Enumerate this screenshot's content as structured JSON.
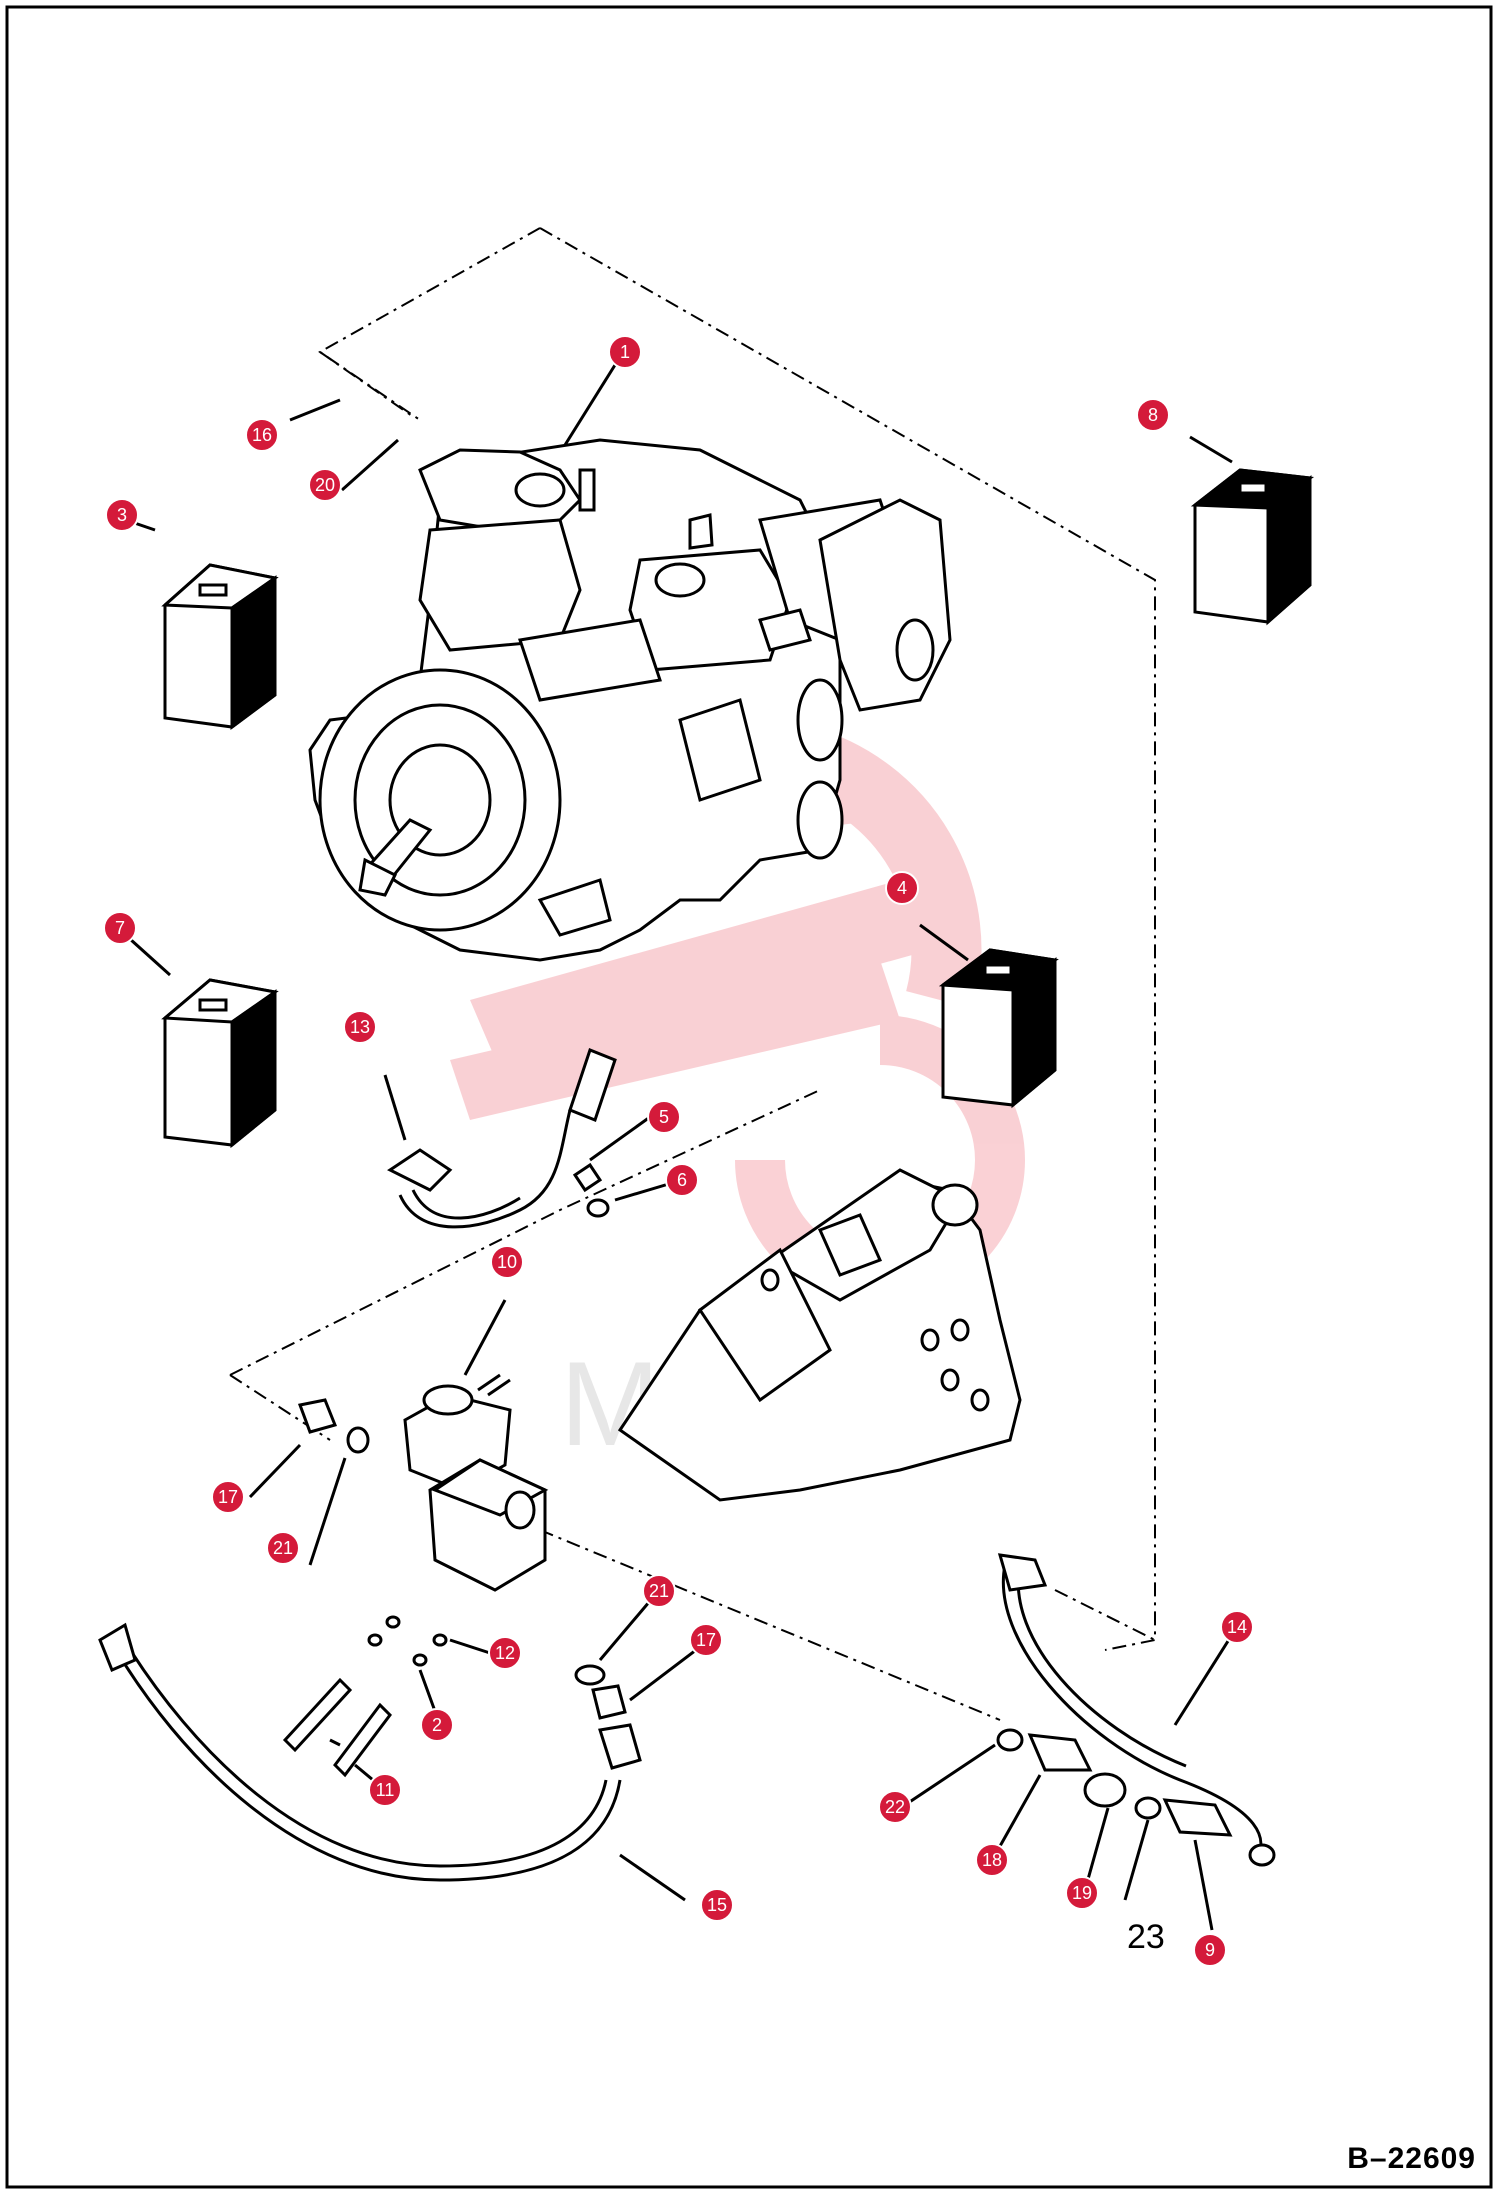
{
  "drawing": {
    "number": "B–22609",
    "watermark": "МИТЕХ"
  },
  "colors": {
    "callout": "#d41a3a",
    "line": "#000000",
    "watermark": "#f07c86"
  },
  "callouts": [
    {
      "id": "1",
      "label": "1"
    },
    {
      "id": "2",
      "label": "2"
    },
    {
      "id": "3",
      "label": "3"
    },
    {
      "id": "4",
      "label": "4"
    },
    {
      "id": "5",
      "label": "5"
    },
    {
      "id": "6",
      "label": "6"
    },
    {
      "id": "7",
      "label": "7"
    },
    {
      "id": "8",
      "label": "8"
    },
    {
      "id": "9",
      "label": "9"
    },
    {
      "id": "10",
      "label": "10"
    },
    {
      "id": "11",
      "label": "11"
    },
    {
      "id": "12",
      "label": "12"
    },
    {
      "id": "13",
      "label": "13"
    },
    {
      "id": "14",
      "label": "14"
    },
    {
      "id": "15",
      "label": "15"
    },
    {
      "id": "16",
      "label": "16"
    },
    {
      "id": "17a",
      "label": "17"
    },
    {
      "id": "17b",
      "label": "17"
    },
    {
      "id": "18",
      "label": "18"
    },
    {
      "id": "19",
      "label": "19"
    },
    {
      "id": "20",
      "label": "20"
    },
    {
      "id": "21a",
      "label": "21"
    },
    {
      "id": "21b",
      "label": "21"
    },
    {
      "id": "22",
      "label": "22"
    }
  ],
  "reference_numbers": [
    {
      "id": "23",
      "label": "23"
    }
  ]
}
